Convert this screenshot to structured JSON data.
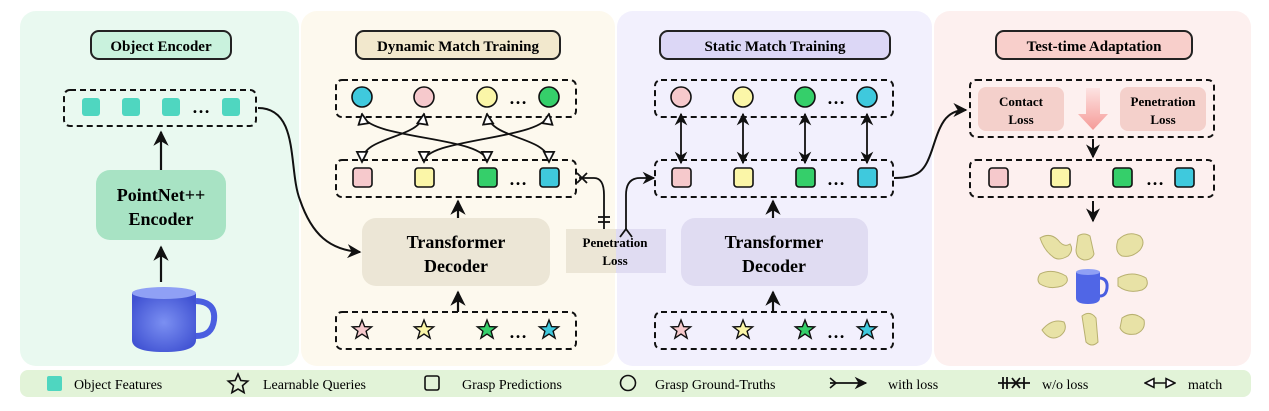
{
  "panels": {
    "object_encoder": {
      "title": "Object Encoder",
      "encoder_line1": "PointNet++",
      "encoder_line2": "Encoder",
      "ellipsis": "…"
    },
    "dynamic_match": {
      "title": "Dynamic Match Training",
      "decoder_line1": "Transformer",
      "decoder_line2": "Decoder",
      "ellipsis": "…"
    },
    "penetration_loss": {
      "line1": "Penetration",
      "line2": "Loss"
    },
    "static_match": {
      "title": "Static Match Training",
      "decoder_line1": "Transformer",
      "decoder_line2": "Decoder",
      "ellipsis": "…"
    },
    "test_time": {
      "title": "Test-time Adaptation",
      "contact_line1": "Contact",
      "contact_line2": "Loss",
      "penetration_line1": "Penetration",
      "penetration_line2": "Loss",
      "ellipsis": "…"
    }
  },
  "legend": {
    "object_features": "Object Features",
    "learnable_queries": "Learnable Queries",
    "grasp_predictions": "Grasp Predictions",
    "grasp_ground_truths": "Grasp Ground-Truths",
    "with_loss": "with loss",
    "without_loss": "w/o loss",
    "match": "match"
  },
  "colors": {
    "encoder_bg": "#e9f9f0",
    "dynamic_bg": "#fdf9ee",
    "static_bg": "#f2f0fd",
    "test_bg": "#fdf0ef",
    "legend_bg": "#e2f3d8",
    "feature_teal": "#4fd6c0",
    "pink": "#f6c9cc",
    "yellow": "#fbf6a8",
    "green": "#35cf6a",
    "cyan": "#3fc9dd",
    "encoder_box": "#a8e3c4",
    "dynamic_decoder": "#ece6d6",
    "static_decoder": "#e0dcf2",
    "contact_box": "#f4d0cb"
  }
}
